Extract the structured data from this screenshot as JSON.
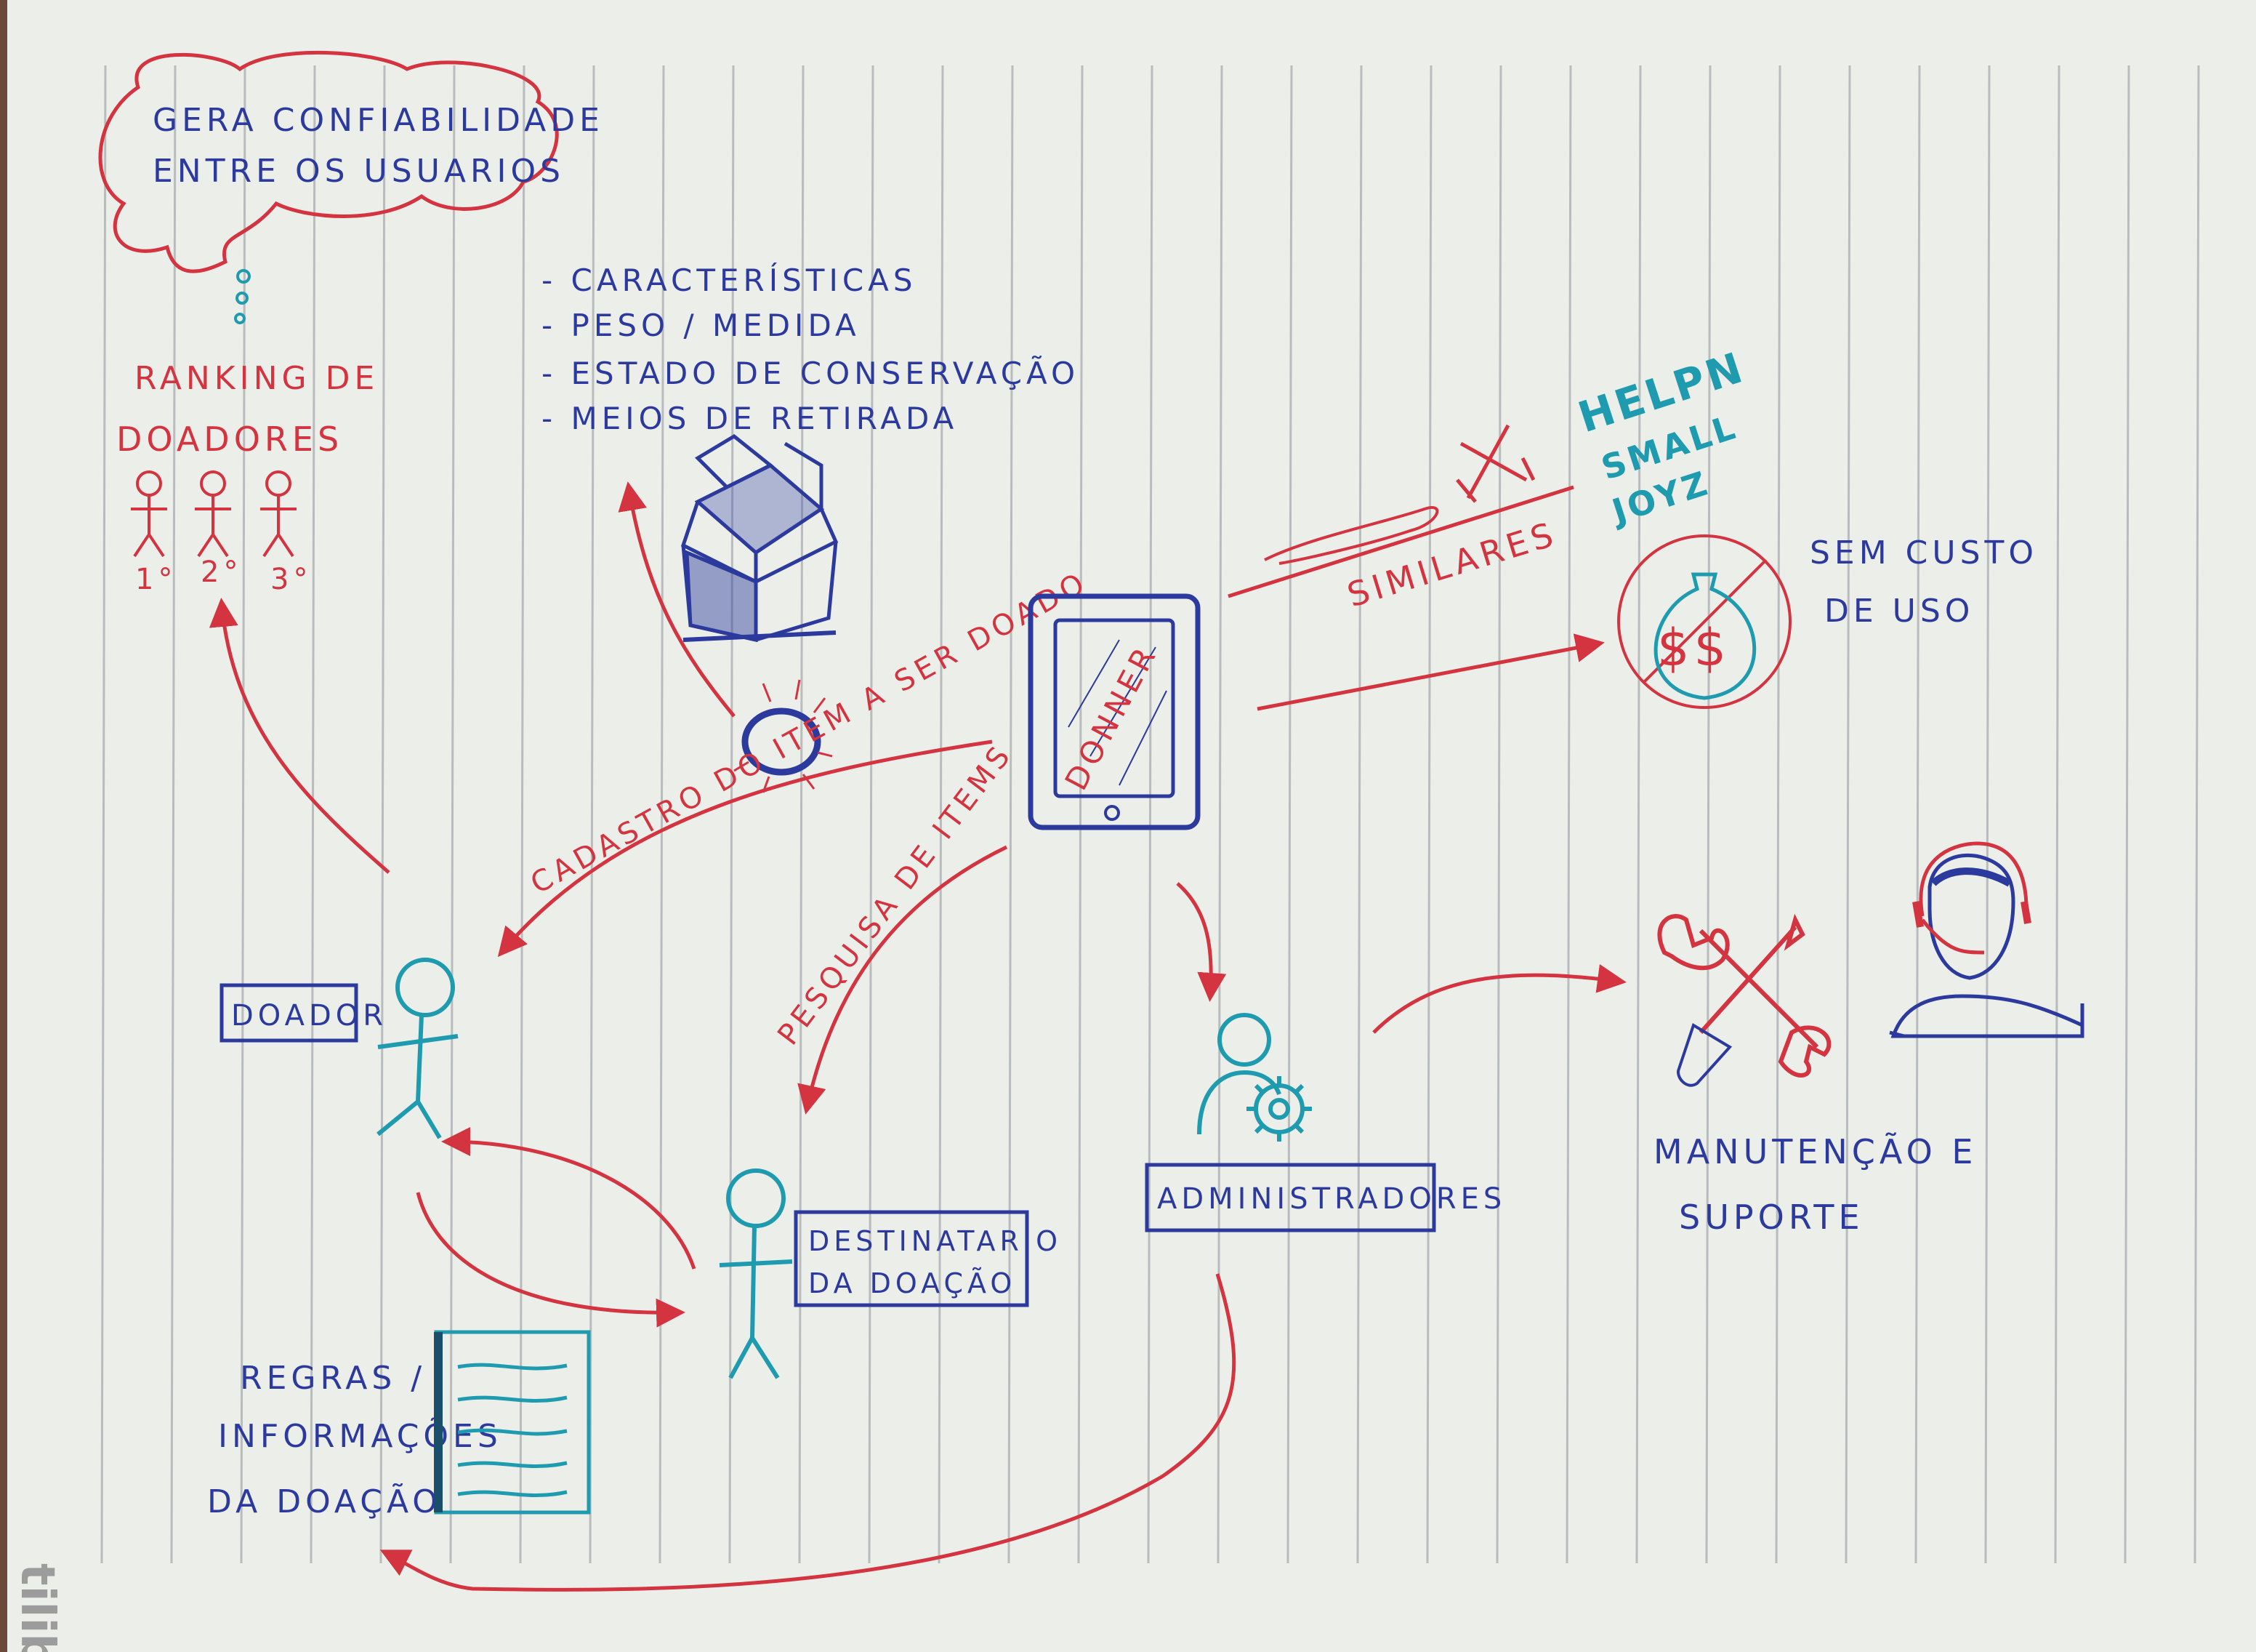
{
  "cloud": {
    "line1": "GERA CONFIABILIDADE",
    "line2": "ENTRE OS USUARIOS"
  },
  "ranking": {
    "line1": "RANKING DE",
    "line2": "DOADORES",
    "places": [
      "1°",
      "2°",
      "3°"
    ]
  },
  "item_features": [
    "- CARACTERÍSTICAS",
    "- PESO / MEDIDA",
    "- ESTADO DE CONSERVAÇÃO",
    "- MEIOS DE RETIRADA"
  ],
  "similars": {
    "label": "SIMILARES",
    "apps": [
      "HELPN",
      "SMALL",
      "JOYZ"
    ]
  },
  "cost": {
    "line1": "SEM CUSTO",
    "line2": "DE USO",
    "money": "$$"
  },
  "device": {
    "label": "DONNER"
  },
  "flows": {
    "register": "CADASTRO DO ITEM A SER DOADO",
    "search": "PESQUISA DE ITEMS"
  },
  "actors": {
    "donor": "DOADOR",
    "recipient_line1": "DESTINATARIO",
    "recipient_line2": "DA DOAÇÃO",
    "admins": "ADMINISTRADORES"
  },
  "rules": {
    "line1": "REGRAS /",
    "line2": "INFORMAÇÕES",
    "line3": "DA DOAÇÃO"
  },
  "support": {
    "line1": "MANUTENÇÃO E",
    "line2": "SUPORTE"
  },
  "paper_brand": "tilibra",
  "colors": {
    "blue_ink": "#2b3a9c",
    "red_ink": "#d3343f",
    "teal_ink": "#1f9bb0",
    "paper": "#eceeea"
  }
}
